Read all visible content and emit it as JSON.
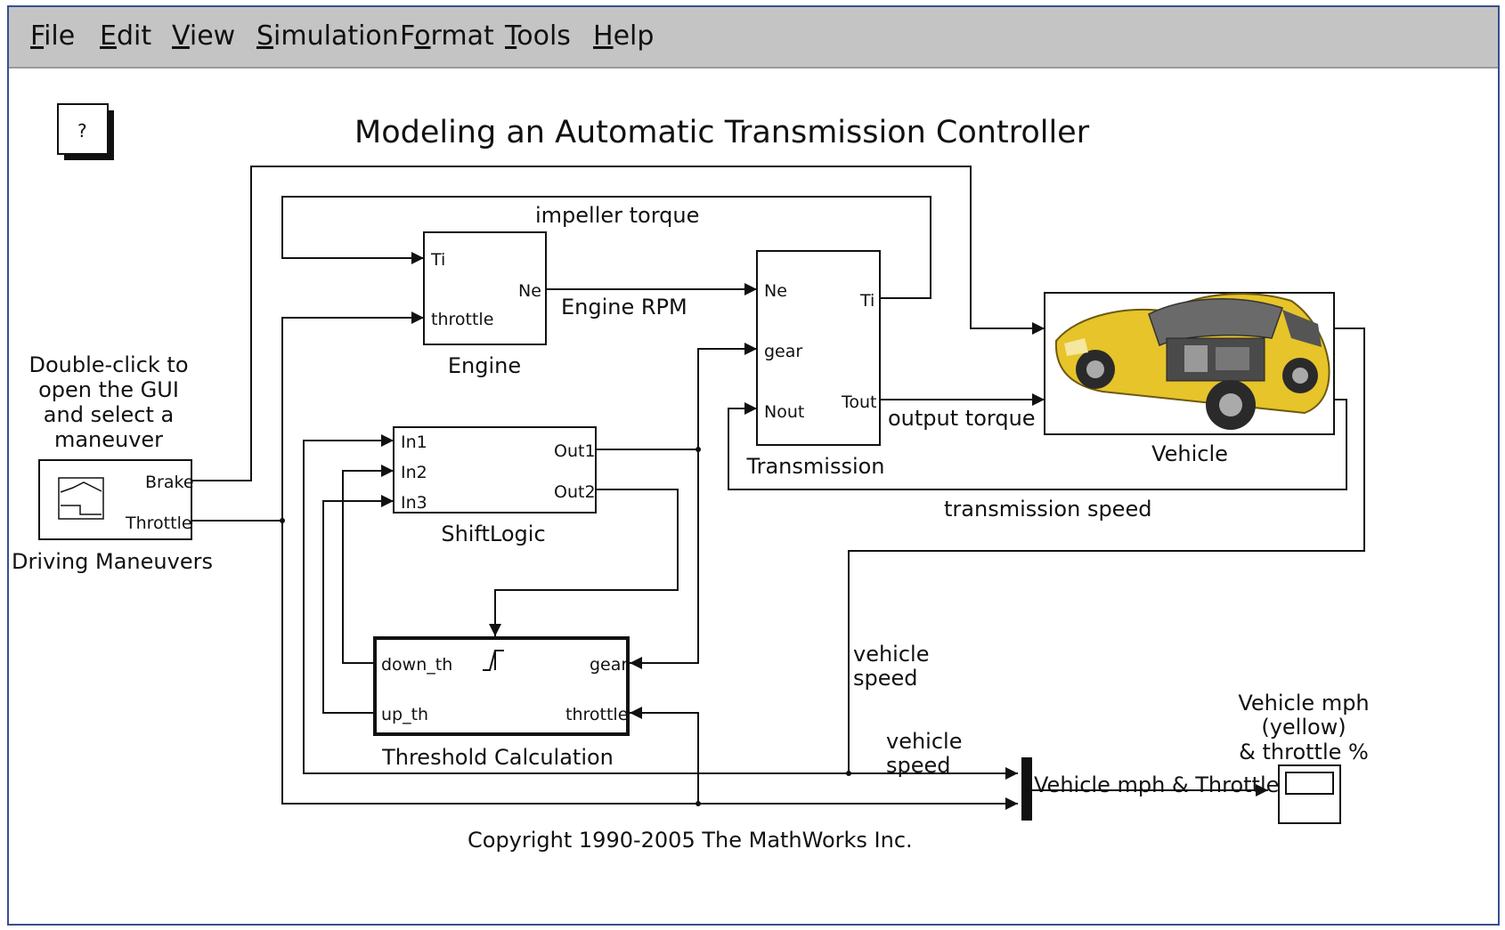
{
  "window": {
    "menu": [
      {
        "label": "File",
        "mnemonic": "F"
      },
      {
        "label": "Edit",
        "mnemonic": "E"
      },
      {
        "label": "View",
        "mnemonic": "V"
      },
      {
        "label": "Simulation",
        "mnemonic": "S"
      },
      {
        "label": "Format",
        "mnemonic": "o"
      },
      {
        "label": "Tools",
        "mnemonic": "T"
      },
      {
        "label": "Help",
        "mnemonic": "H"
      }
    ]
  },
  "model": {
    "title": "Modeling an Automatic Transmission Controller",
    "help_block_label": "?",
    "copyright": "Copyright 1990-2005 The MathWorks Inc.",
    "blocks": {
      "driving_maneuvers": {
        "name": "Driving Maneuvers",
        "ports": {
          "brake": "Brake",
          "throttle": "Throttle"
        }
      },
      "engine": {
        "name": "Engine",
        "ports": {
          "ti": "Ti",
          "throttle": "throttle",
          "ne": "Ne"
        }
      },
      "transmission": {
        "name": "Transmission",
        "ports": {
          "ne": "Ne",
          "gear": "gear",
          "nout": "Nout",
          "ti": "Ti",
          "tout": "Tout"
        }
      },
      "vehicle": {
        "name": "Vehicle"
      },
      "shift_logic": {
        "name": "ShiftLogic",
        "ports": {
          "in1": "In1",
          "in2": "In2",
          "in3": "In3",
          "out1": "Out1",
          "out2": "Out2"
        }
      },
      "threshold_calc": {
        "name": "Threshold Calculation",
        "ports": {
          "down_th": "down_th",
          "up_th": "up_th",
          "gear": "gear",
          "throttle": "throttle"
        }
      },
      "scope": {
        "name_lines": [
          "Vehicle mph",
          "(yellow)",
          "& throttle %"
        ]
      }
    },
    "annotations": {
      "gui_hint": [
        "Double-click to",
        "open the GUI",
        "and select a",
        "maneuver"
      ]
    },
    "signals": {
      "impeller_torque": "impeller torque",
      "engine_rpm": "Engine RPM",
      "output_torque": "output torque",
      "transmission_speed": "transmission speed",
      "vehicle_speed_1": [
        "vehicle",
        "speed"
      ],
      "vehicle_speed_2": [
        "vehicle",
        "speed"
      ],
      "mux_out": "Vehicle mph & Throttle"
    }
  },
  "colors": {
    "frame": "#3a4f8f",
    "menubar": "#c4c4c4",
    "car_body": "#e6c42a"
  }
}
